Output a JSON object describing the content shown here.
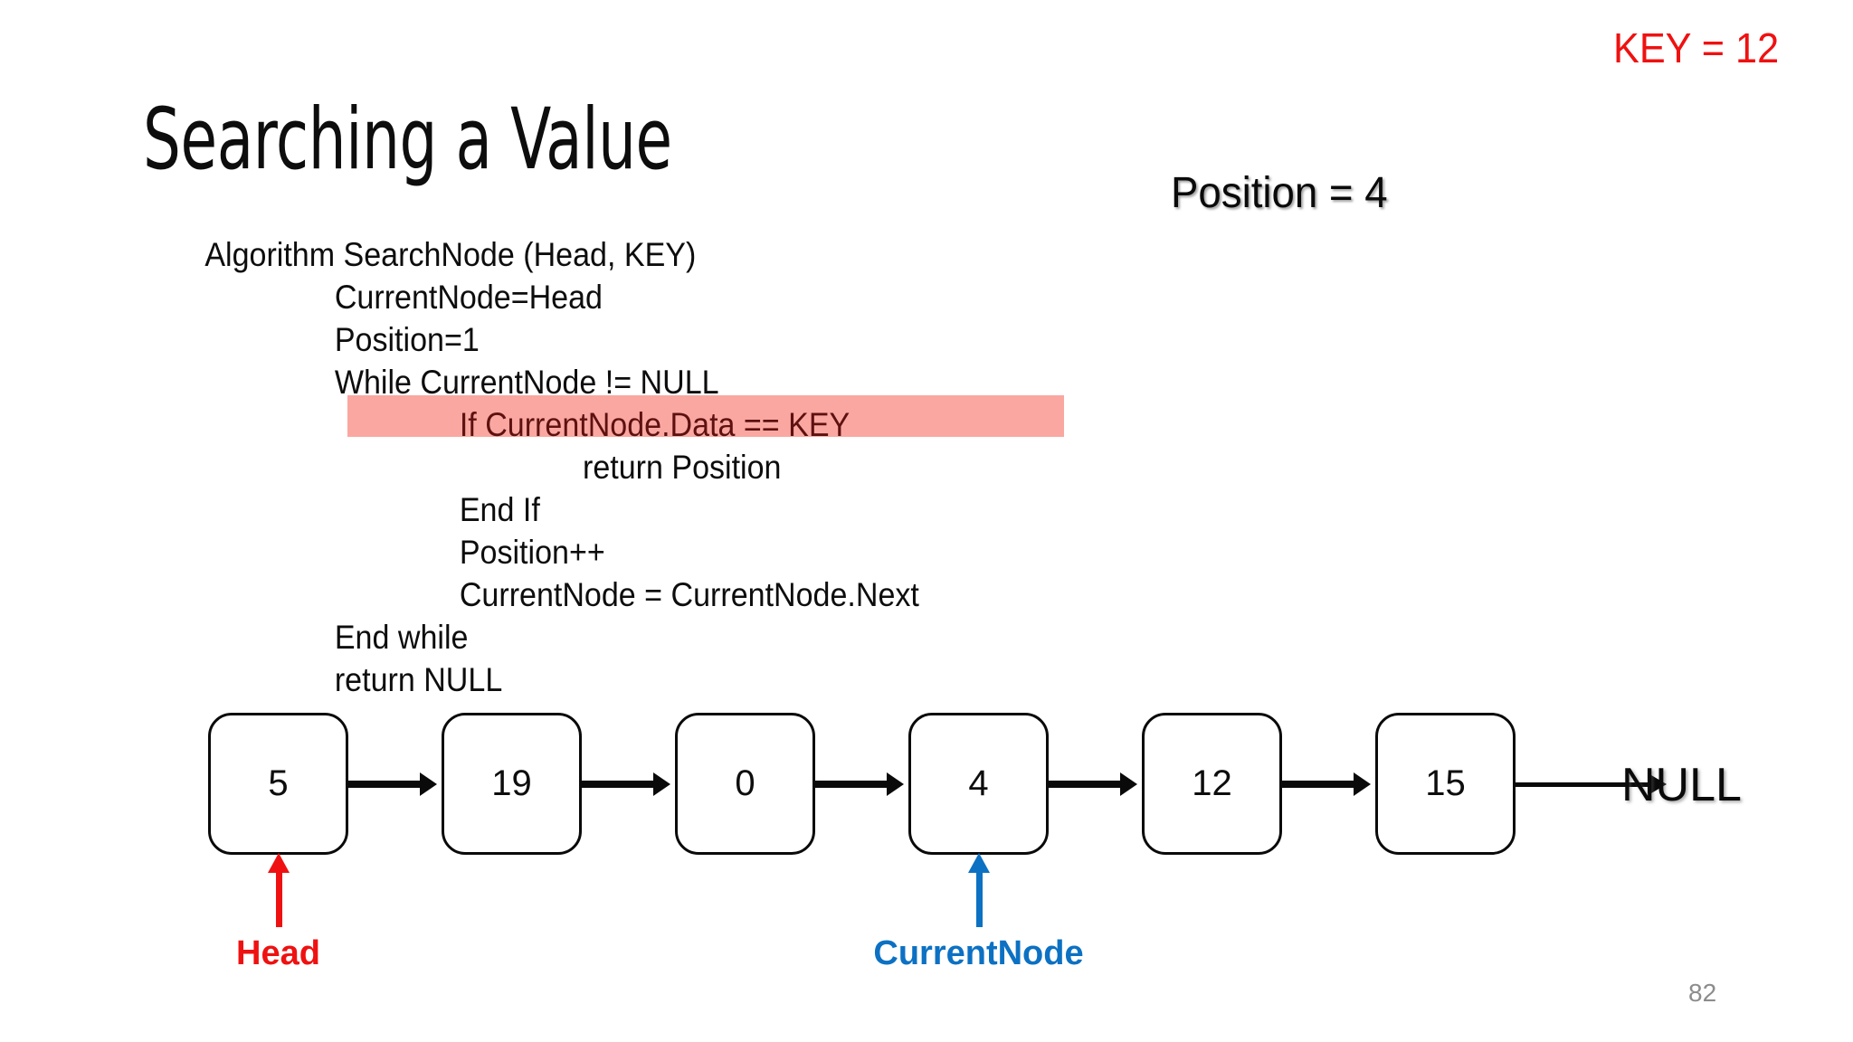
{
  "slide": {
    "title": "Searching a Value",
    "page_number": "82",
    "background_color": "#ffffff"
  },
  "readouts": {
    "key": {
      "label": "KEY = 12",
      "color": "#ef1111"
    },
    "position": {
      "label": "Position = 4",
      "color": "#0a0a0a"
    }
  },
  "pseudocode": {
    "highlight_color": "#fba7a1",
    "highlight_text_color": "#5d1110",
    "lines": [
      {
        "text": "Algorithm SearchNode (Head, KEY)",
        "indent": 0,
        "highlight": false
      },
      {
        "text": "CurrentNode=Head",
        "indent": 1,
        "highlight": false
      },
      {
        "text": "Position=1",
        "indent": 1,
        "highlight": false
      },
      {
        "text": "While CurrentNode != NULL",
        "indent": 1,
        "highlight": false
      },
      {
        "text": "If CurrentNode.Data == KEY",
        "indent": 2,
        "highlight": true
      },
      {
        "text": "return Position",
        "indent": 3,
        "highlight": false
      },
      {
        "text": "End If",
        "indent": 2,
        "highlight": false
      },
      {
        "text": "Position++",
        "indent": 2,
        "highlight": false
      },
      {
        "text": "CurrentNode = CurrentNode.Next",
        "indent": 2,
        "highlight": false
      },
      {
        "text": "End while",
        "indent": 1,
        "highlight": false
      },
      {
        "text": "return NULL",
        "indent": 1,
        "highlight": false
      }
    ]
  },
  "linked_list": {
    "nodes": [
      {
        "value": "5"
      },
      {
        "value": "19"
      },
      {
        "value": "0"
      },
      {
        "value": "4"
      },
      {
        "value": "12"
      },
      {
        "value": "15"
      }
    ],
    "terminator": "NULL",
    "node_border_color": "#0a0a0a",
    "node_fill_color": "#ffffff",
    "arrow_color": "#0a0a0a"
  },
  "pointers": [
    {
      "label": "Head",
      "color": "#ef1111",
      "target_node_index": 0
    },
    {
      "label": "CurrentNode",
      "color": "#0c71c3",
      "target_node_index": 3
    }
  ]
}
